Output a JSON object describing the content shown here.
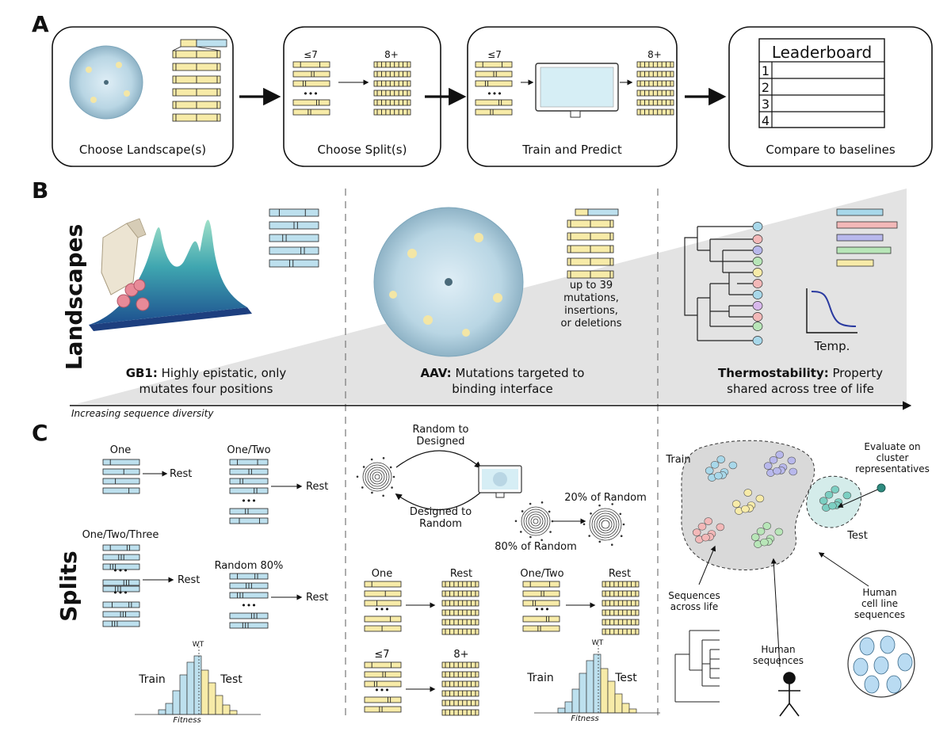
{
  "panel_labels": {
    "a": "A",
    "b": "B",
    "c": "C"
  },
  "panel_a": {
    "steps": [
      {
        "label": "Choose Landscape(s)"
      },
      {
        "label": "Choose Split(s)",
        "left_tag": "≤7",
        "right_tag": "8+"
      },
      {
        "label": "Train and Predict",
        "left_tag": "≤7",
        "right_tag": "8+"
      },
      {
        "label": "Compare to baselines"
      }
    ],
    "leaderboard": {
      "title": "Leaderboard",
      "ranks": [
        "1",
        "2",
        "3",
        "4"
      ]
    },
    "ellipsis": "•••"
  },
  "panel_b": {
    "side_label": "Landscapes",
    "axis_label": "Increasing sequence diversity",
    "gb1": {
      "name": "GB1:",
      "desc_line1": "Highly epistatic, only",
      "desc_line2": "mutates four positions"
    },
    "aav": {
      "name": "AAV:",
      "desc_line1": "Mutations targeted to",
      "desc_line2": "binding interface",
      "note": [
        "up to 39",
        "mutations,",
        "insertions,",
        "or deletions"
      ]
    },
    "thermo": {
      "name": "Thermostability:",
      "desc_line1": "Property",
      "desc_line2": "shared across tree of life",
      "temp_label": "Temp.",
      "bar_colors": [
        "#a8d8ea",
        "#f3b8b8",
        "#b8b8ec",
        "#b8e6b8",
        "#f7eba8"
      ]
    }
  },
  "panel_c": {
    "side_label": "Splits",
    "gb1": {
      "one": "One",
      "one_two": "One/Two",
      "one_two_three": "One/Two/Three",
      "random80": "Random 80%",
      "rest": "Rest",
      "hist_train": "Train",
      "hist_test": "Test",
      "hist_wt": "WT",
      "hist_fitness": "Fitness"
    },
    "aav": {
      "random_to_designed": [
        "Random to",
        "Designed"
      ],
      "designed_to_random": [
        "Designed to",
        "Random"
      ],
      "pct20": "20% of Random",
      "pct80": "80% of Random",
      "one": "One",
      "one_two": "One/Two",
      "rest": "Rest",
      "le7": "≤7",
      "eight_plus": "8+",
      "hist_train": "Train",
      "hist_test": "Test",
      "hist_wt": "WT",
      "hist_fitness": "Fitness"
    },
    "thermo": {
      "train": "Train",
      "test": "Test",
      "evaluate": [
        "Evaluate on",
        "cluster",
        "representatives"
      ],
      "seq_life": [
        "Sequences",
        "across life"
      ],
      "human_seq": [
        "Human",
        "sequences"
      ],
      "human_cell": [
        "Human",
        "cell line",
        "sequences"
      ]
    }
  },
  "colors": {
    "blue": "#bde0ee",
    "yellow": "#f7eba8",
    "gray_wedge": "#e3e3e3",
    "cluster_gray": "#d9d9d9",
    "cluster_test": "#d4ecea"
  }
}
